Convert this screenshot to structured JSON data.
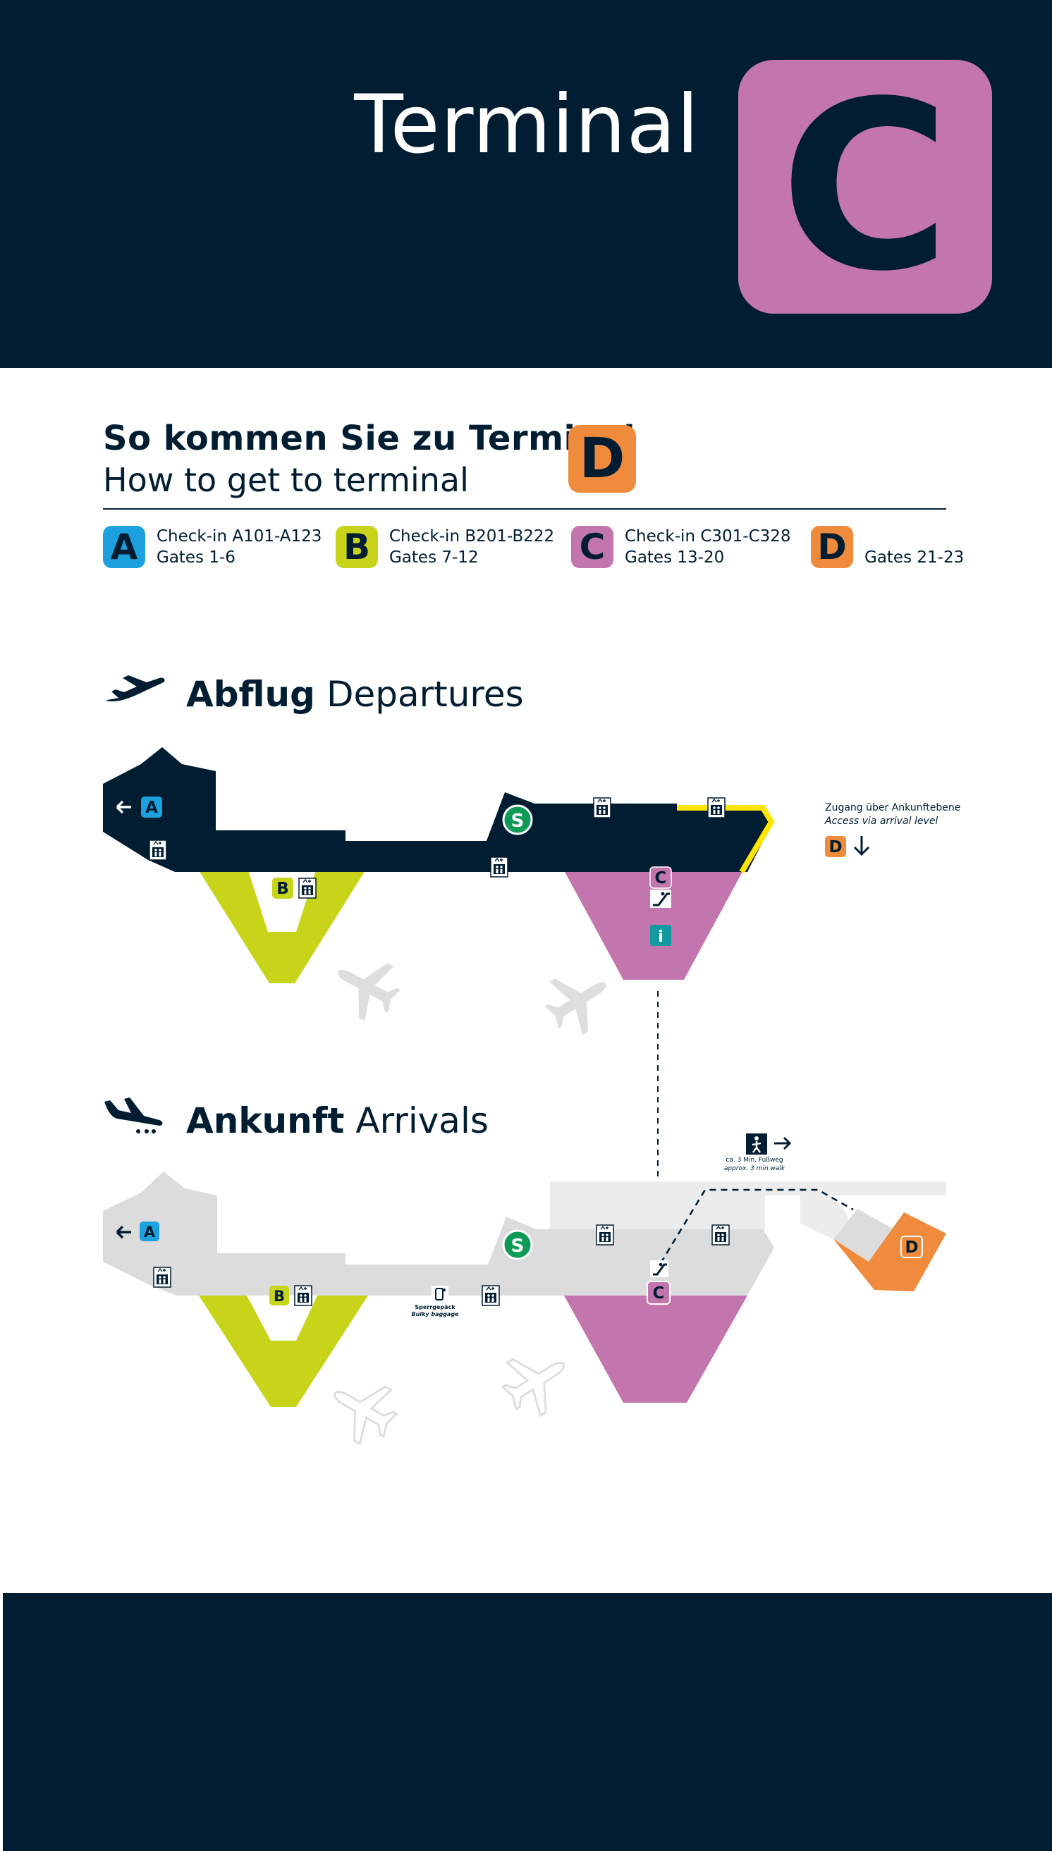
{
  "header": {
    "title": "Terminal",
    "badge": "C",
    "badge_color": "#c375ae",
    "background": "#001d31"
  },
  "howto": {
    "title_de": "So kommen Sie zu Terminal",
    "title_en": "How to get to terminal",
    "target_badge": "D",
    "target_color": "#f08a3c"
  },
  "legend": [
    {
      "badge": "A",
      "color": "#1ca0de",
      "line1": "Check-in A101-A123",
      "line2": "Gates 1-6"
    },
    {
      "badge": "B",
      "color": "#c8d419",
      "line1": "Check-in B201-B222",
      "line2": "Gates 7-12"
    },
    {
      "badge": "C",
      "color": "#c375ae",
      "line1": "Check-in C301-C328",
      "line2": "Gates 13-20"
    },
    {
      "badge": "D",
      "color": "#f08a3c",
      "line1": "",
      "line2": "Gates 21-23"
    }
  ],
  "departures": {
    "title_de": "Abflug",
    "title_en": "Departures",
    "icon": "plane-takeoff-icon",
    "labels": {
      "a": "A",
      "b": "B",
      "c": "C",
      "s": "S",
      "info": "i"
    },
    "access_note_de": "Zugang über Ankunftebene",
    "access_note_en": "Access via arrival level",
    "access_badge": "D"
  },
  "arrivals": {
    "title_de": "Ankunft",
    "title_en": "Arrivals",
    "icon": "plane-landing-icon",
    "labels": {
      "a": "A",
      "b": "B",
      "c": "C",
      "d": "D",
      "s": "S"
    },
    "walk_note_de": "ca. 3 Min. Fußweg",
    "walk_note_en": "approx. 3 min walk",
    "bulky_note_de": "Sperrgepäck",
    "bulky_note_en": "Bulky baggage"
  },
  "colors": {
    "navy": "#001d31",
    "light_gray": "#dcdcdc",
    "lighter_gray": "#ececec",
    "yellow": "#ffe600",
    "s_bahn_green": "#0f9a57",
    "info_teal": "#139aa0"
  },
  "footer": {
    "background": "#001d31"
  }
}
